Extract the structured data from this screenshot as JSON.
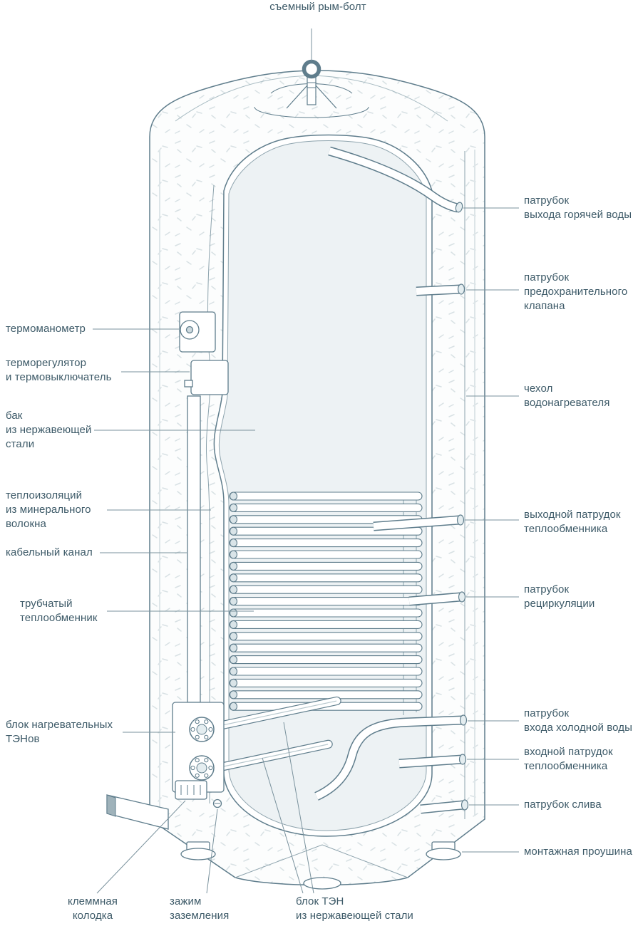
{
  "colors": {
    "outline": "#5f7d8c",
    "text": "#3d5a68",
    "tank_fill": "#edf2f4",
    "insulation_speckle": "#ccd8dc"
  },
  "labels": {
    "eyebolt": "съемный рым-болт",
    "right": [
      "патрубок\nвыхода горячей воды",
      "патрубок\nпредохранительного\nклапана",
      "чехол\nводонагревателя",
      "выходной патрудок\nтеплообменника",
      "патрубок\nрециркуляции",
      "патрубок\nвхода холодной воды",
      "входной патрудок\nтеплообменника",
      "патрубок слива",
      "монтажная проушина"
    ],
    "left": [
      "термоманометр",
      "терморегулятор\nи термовыключатель",
      "бак\nиз нержавеющей\nстали",
      "теплоизоляций\nиз минерального\nволокна",
      "кабельный канал",
      "трубчатый\nтеплообменник",
      "блок нагревательных\nТЭНов"
    ],
    "bottom": [
      "клеммная\nколодка",
      "зажим\nзаземления",
      "блок ТЭН\nиз нержавеющей стали"
    ]
  }
}
